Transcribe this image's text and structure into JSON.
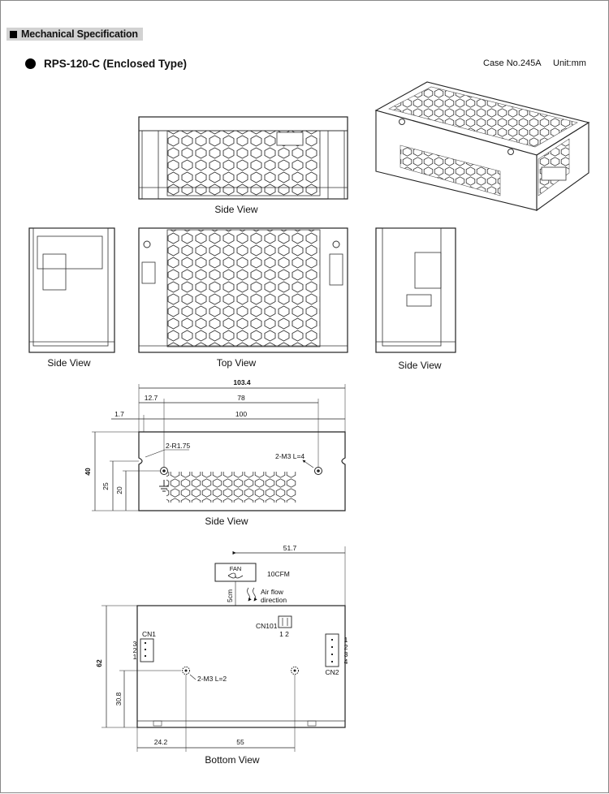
{
  "header": {
    "section_title": "Mechanical Specification",
    "model": "RPS-120-C (Enclosed Type)",
    "case_no": "Case No.245A",
    "unit": "Unit:mm"
  },
  "views": {
    "side_view_top": "Side View",
    "side_view_left": "Side View",
    "top_view": "Top View",
    "side_view_right": "Side View",
    "side_view_dim": "Side View",
    "bottom_view": "Bottom View"
  },
  "side_dims": {
    "overall_width": "103.4",
    "offset_left": "12.7",
    "hole_spacing": "78",
    "edge_offset": "1.7",
    "body_width": "100",
    "height": "40",
    "hole_height": "25",
    "inner_height": "20",
    "radius_note": "2-R1.75",
    "screw_note": "2-M3 L=4"
  },
  "bottom_dims": {
    "fan_label": "FAN",
    "fan_cfm": "10CFM",
    "air_flow_1": "Air flow",
    "air_flow_2": "direction",
    "fan_clearance": "5cm",
    "fan_offset": "51.7",
    "depth": "62",
    "hole_height": "30.8",
    "hole_left": "24.2",
    "hole_spacing": "55",
    "cn1_label": "CN1",
    "cn2_label": "CN2",
    "cn101_label": "CN101",
    "cn101_pins": "1 2",
    "cn1_pin_3": "3",
    "cn1_pin_2": "2",
    "cn1_pin_1": "1",
    "cn2_pin_1": "1",
    "cn2_pin_2": "2",
    "cn2_pin_3": "3",
    "cn2_pin_4": "4",
    "screw_note": "2-M3 L=2"
  }
}
